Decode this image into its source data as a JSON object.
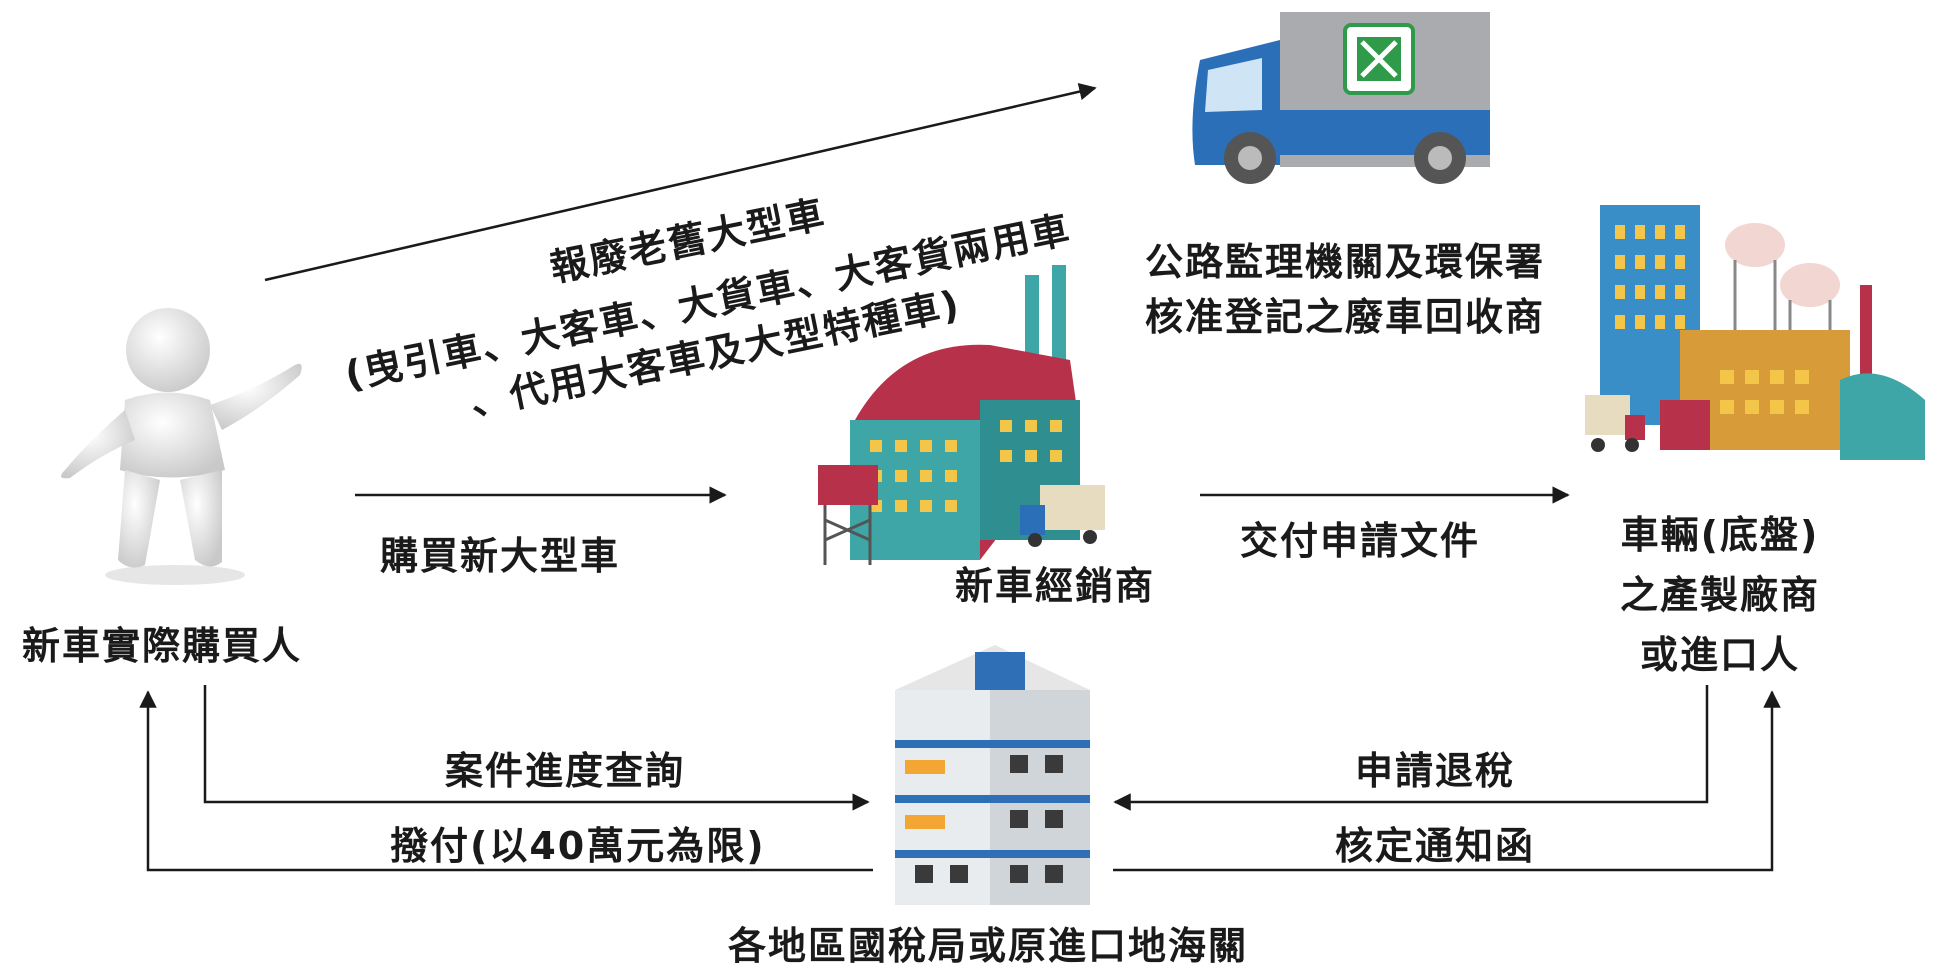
{
  "nodes": {
    "buyer": "新車實際購買人",
    "dealer": "新車經銷商",
    "recycler_line1": "公路監理機關及環保署",
    "recycler_line2": "核准登記之廢車回收商",
    "manufacturer_line1": "車輛(底盤)",
    "manufacturer_line2": "之產製廠商",
    "manufacturer_line3": "或進口人",
    "tax_office": "各地區國稅局或原進口地海關"
  },
  "edges": {
    "scrap_line1": "報廢老舊大型車",
    "scrap_line2": "(曳引車、大客車、大貨車、大客貨兩用車",
    "scrap_line3": "、代用大客車及大型特種車)",
    "buy_new": "購買新大型車",
    "deliver_docs": "交付申請文件",
    "case_query": "案件進度查詢",
    "payment": "撥付(以40萬元為限)",
    "apply_refund": "申請退稅",
    "approval_notice": "核定通知函"
  },
  "colors": {
    "arrow": "#1a1a1a",
    "truck_blue": "#2a6fb8",
    "truck_grey": "#a9abae",
    "recycle_green": "#2e9a4a",
    "factory_red": "#b8314a",
    "factory_teal": "#3fa6a8",
    "window_yellow": "#f3c64a",
    "building_blue": "#2f6fb6"
  }
}
